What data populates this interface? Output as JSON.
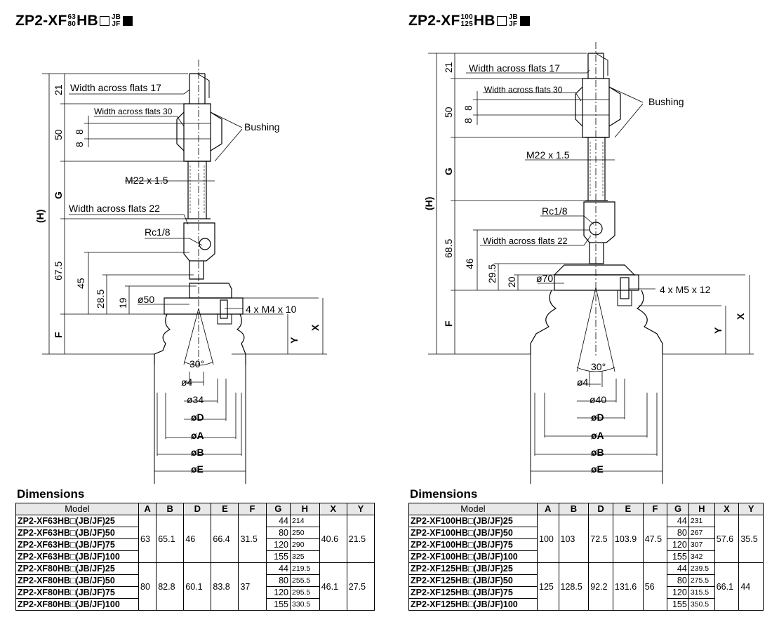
{
  "left": {
    "title": {
      "prefix": "ZP2-XF",
      "frac_top": "63",
      "frac_bottom": "80",
      "mid": "HB",
      "suffix_top": "JB",
      "suffix_bottom": "JF"
    },
    "labels": {
      "waf17": "Width across flats 17",
      "waf30": "Width across flats 30",
      "bushing": "Bushing",
      "m22": "M22 x 1.5",
      "waf22": "Width across flats 22",
      "rc": "Rc1/8",
      "phi50": "ø50",
      "m4": "4 x M4 x 10",
      "d21": "21",
      "d50": "50",
      "d88a": "8",
      "d88b": "8",
      "dG": "G",
      "dH": "(H)",
      "d675": "67.5",
      "d45": "45",
      "d285": "28.5",
      "d19": "19",
      "dF": "F",
      "dY": "Y",
      "dX": "X",
      "angle": "30°",
      "phi4": "ø4",
      "phi34": "ø34",
      "phiD": "øD",
      "phiA": "øA",
      "phiB": "øB",
      "phiE": "øE"
    },
    "table": {
      "heading": "Dimensions",
      "headers": [
        "Model",
        "A",
        "B",
        "D",
        "E",
        "F",
        "G",
        "H",
        "X",
        "Y"
      ],
      "groups": [
        {
          "models": [
            "ZP2-XF63HB□(JB/JF)25",
            "ZP2-XF63HB□(JB/JF)50",
            "ZP2-XF63HB□(JB/JF)75",
            "ZP2-XF63HB□(JB/JF)100"
          ],
          "A": "63",
          "B": "65.1",
          "D": "46",
          "E": "66.4",
          "F": "31.5",
          "G": [
            "44",
            "80",
            "120",
            "155"
          ],
          "H": [
            "214",
            "250",
            "290",
            "325"
          ],
          "X": "40.6",
          "Y": "21.5"
        },
        {
          "models": [
            "ZP2-XF80HB□(JB/JF)25",
            "ZP2-XF80HB□(JB/JF)50",
            "ZP2-XF80HB□(JB/JF)75",
            "ZP2-XF80HB□(JB/JF)100"
          ],
          "A": "80",
          "B": "82.8",
          "D": "60.1",
          "E": "83.8",
          "F": "37",
          "G": [
            "44",
            "80",
            "120",
            "155"
          ],
          "H": [
            "219.5",
            "255.5",
            "295.5",
            "330.5"
          ],
          "X": "46.1",
          "Y": "27.5"
        }
      ]
    }
  },
  "right": {
    "title": {
      "prefix": "ZP2-XF",
      "frac_top": "100",
      "frac_bottom": "125",
      "mid": "HB",
      "suffix_top": "JB",
      "suffix_bottom": "JF"
    },
    "labels": {
      "waf17": "Width across flats 17",
      "waf30": "Width across flats 30",
      "bushing": "Bushing",
      "m22": "M22 x 1.5",
      "rc": "Rc1/8",
      "waf22": "Width across flats 22",
      "phi70": "ø70",
      "m5": "4 x M5 x 12",
      "d21": "21",
      "d50": "50",
      "d88a": "8",
      "d88b": "8",
      "dG": "G",
      "dH": "(H)",
      "d685": "68.5",
      "d46": "46",
      "d295": "29.5",
      "d20": "20",
      "dF": "F",
      "dY": "Y",
      "dX": "X",
      "angle": "30°",
      "phi4": "ø4",
      "phi40": "ø40",
      "phiD": "øD",
      "phiA": "øA",
      "phiB": "øB",
      "phiE": "øE"
    },
    "table": {
      "heading": "Dimensions",
      "headers": [
        "Model",
        "A",
        "B",
        "D",
        "E",
        "F",
        "G",
        "H",
        "X",
        "Y"
      ],
      "groups": [
        {
          "models": [
            "ZP2-XF100HB□(JB/JF)25",
            "ZP2-XF100HB□(JB/JF)50",
            "ZP2-XF100HB□(JB/JF)75",
            "ZP2-XF100HB□(JB/JF)100"
          ],
          "A": "100",
          "B": "103",
          "D": "72.5",
          "E": "103.9",
          "F": "47.5",
          "G": [
            "44",
            "80",
            "120",
            "155"
          ],
          "H": [
            "231",
            "267",
            "307",
            "342"
          ],
          "X": "57.6",
          "Y": "35.5"
        },
        {
          "models": [
            "ZP2-XF125HB□(JB/JF)25",
            "ZP2-XF125HB□(JB/JF)50",
            "ZP2-XF125HB□(JB/JF)75",
            "ZP2-XF125HB□(JB/JF)100"
          ],
          "A": "125",
          "B": "128.5",
          "D": "92.2",
          "E": "131.6",
          "F": "56",
          "G": [
            "44",
            "80",
            "120",
            "155"
          ],
          "H": [
            "239.5",
            "275.5",
            "315.5",
            "350.5"
          ],
          "X": "66.1",
          "Y": "44"
        }
      ]
    }
  }
}
